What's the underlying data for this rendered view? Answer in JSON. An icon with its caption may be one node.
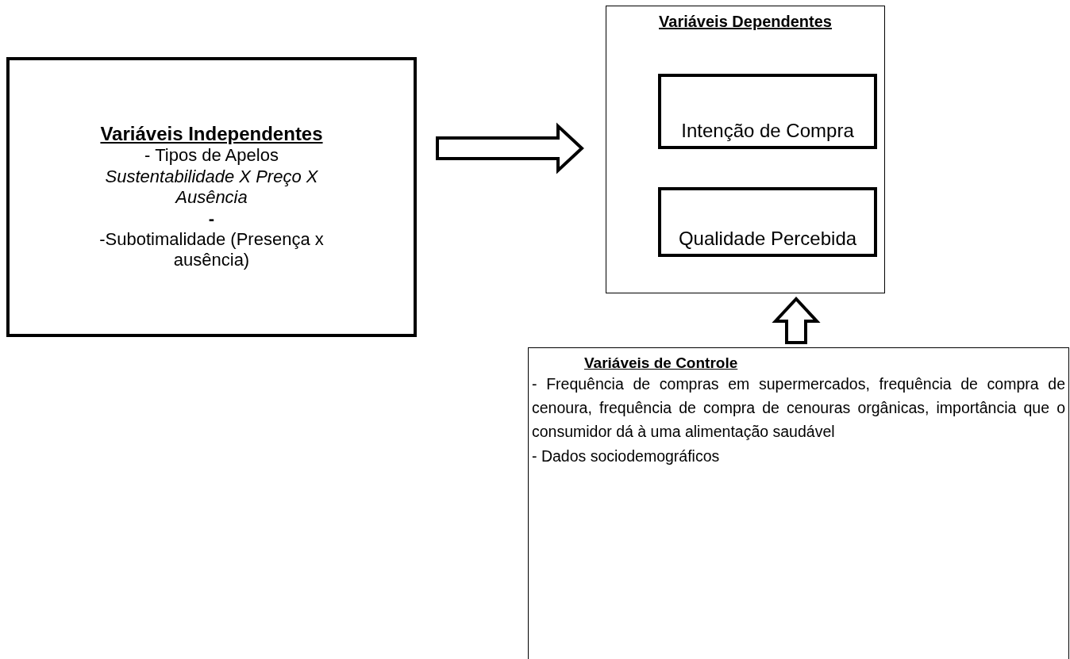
{
  "diagram": {
    "nodes": [
      {
        "text": [
          "Variáveis Independentes",
          "- Tipos de Apelos",
          "Sustentabilidade X Preço X Ausência",
          "-",
          "-Subotimalidade (Presença x ausência)"
        ]
      },
      {
        "text": [
          "Variáveis Dependentes"
        ]
      },
      {
        "text": [
          "Intenção de Compra"
        ],
        "in": 1
      },
      {
        "text": [
          "Qualidade Percebida"
        ],
        "in": 1
      },
      {
        "text": [
          "Variáveis de Controle",
          "- Frequência de compras em supermercados, frequência de compra de cenoura, frequência de compra de cenouras orgânicas, importância que o consumidor dá à uma alimentação saudável",
          "- Dados sociodemográficos"
        ]
      }
    ],
    "edges": [
      {
        "from": 0,
        "to": 1,
        "arrow": "to"
      },
      {
        "from": 4,
        "to": 1,
        "arrow": "to"
      }
    ]
  }
}
